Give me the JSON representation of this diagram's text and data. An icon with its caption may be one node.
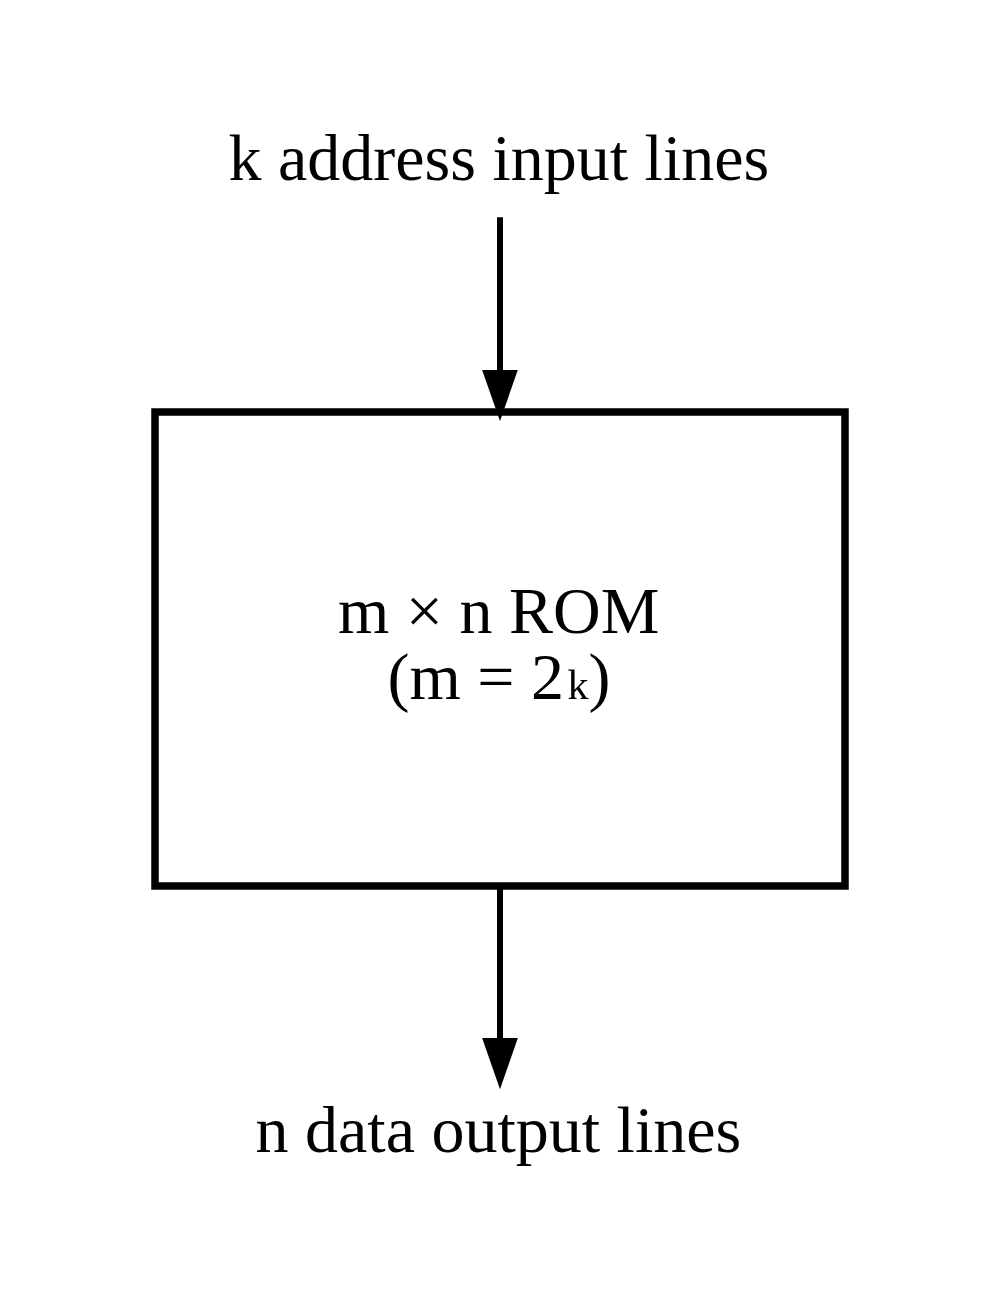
{
  "diagram": {
    "nodes": [
      {
        "text": [
          "k address input lines"
        ]
      },
      {
        "text": [
          "m × n ROM",
          "(m = 2$^{k}$)"
        ]
      },
      {
        "text": [
          "n data output lines"
        ]
      }
    ],
    "edges": [
      {
        "from": 0,
        "to": 1,
        "arrow": "to"
      },
      {
        "from": 1,
        "to": 2,
        "arrow": "to"
      }
    ]
  }
}
